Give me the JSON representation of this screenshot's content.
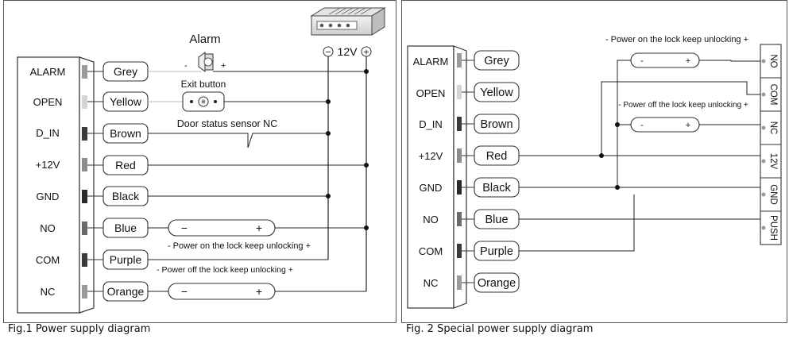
{
  "figure1": {
    "caption": "Fig.1 Power supply diagram",
    "terminals": [
      "ALARM",
      "OPEN",
      "D_IN",
      "+12V",
      "GND",
      "NO",
      "COM",
      "NC"
    ],
    "wires": [
      "Grey",
      "Yellow",
      "Brown",
      "Red",
      "Black",
      "Blue",
      "Purple",
      "Orange"
    ],
    "alarm_label": "Alarm",
    "alarm_minus": "-",
    "alarm_plus": "+",
    "exit_button_label": "Exit button",
    "door_sensor_label": "Door status sensor NC",
    "supply_label": "12V",
    "supply_minus": "−",
    "supply_plus": "+",
    "lock_on_label": "- Power on the lock keep unlocking +",
    "lock_off_label": "- Power off the lock keep unlocking +",
    "lock_minus": "−",
    "lock_plus": "+"
  },
  "figure2": {
    "caption": "Fig. 2 Special power supply diagram",
    "terminals": [
      "ALARM",
      "OPEN",
      "D_IN",
      "+12V",
      "GND",
      "NO",
      "COM",
      "NC"
    ],
    "wires": [
      "Grey",
      "Yellow",
      "Brown",
      "Red",
      "Black",
      "Blue",
      "Purple",
      "Orange"
    ],
    "lock_on_label": "- Power on the lock keep unlocking +",
    "lock_off_label": "- Power off the lock keep unlocking +",
    "lock_minus": "-",
    "lock_plus": "+",
    "supply_terminals": [
      "NO",
      "COM",
      "NC",
      "12V",
      "GND",
      "PUSH"
    ]
  },
  "colors": {
    "line": "#222222",
    "terminal_dark": "#3a3a3a",
    "terminal_mid": "#8c8c8c",
    "terminal_light": "#cfcfcf",
    "faint_line": "#bdbdbd"
  }
}
